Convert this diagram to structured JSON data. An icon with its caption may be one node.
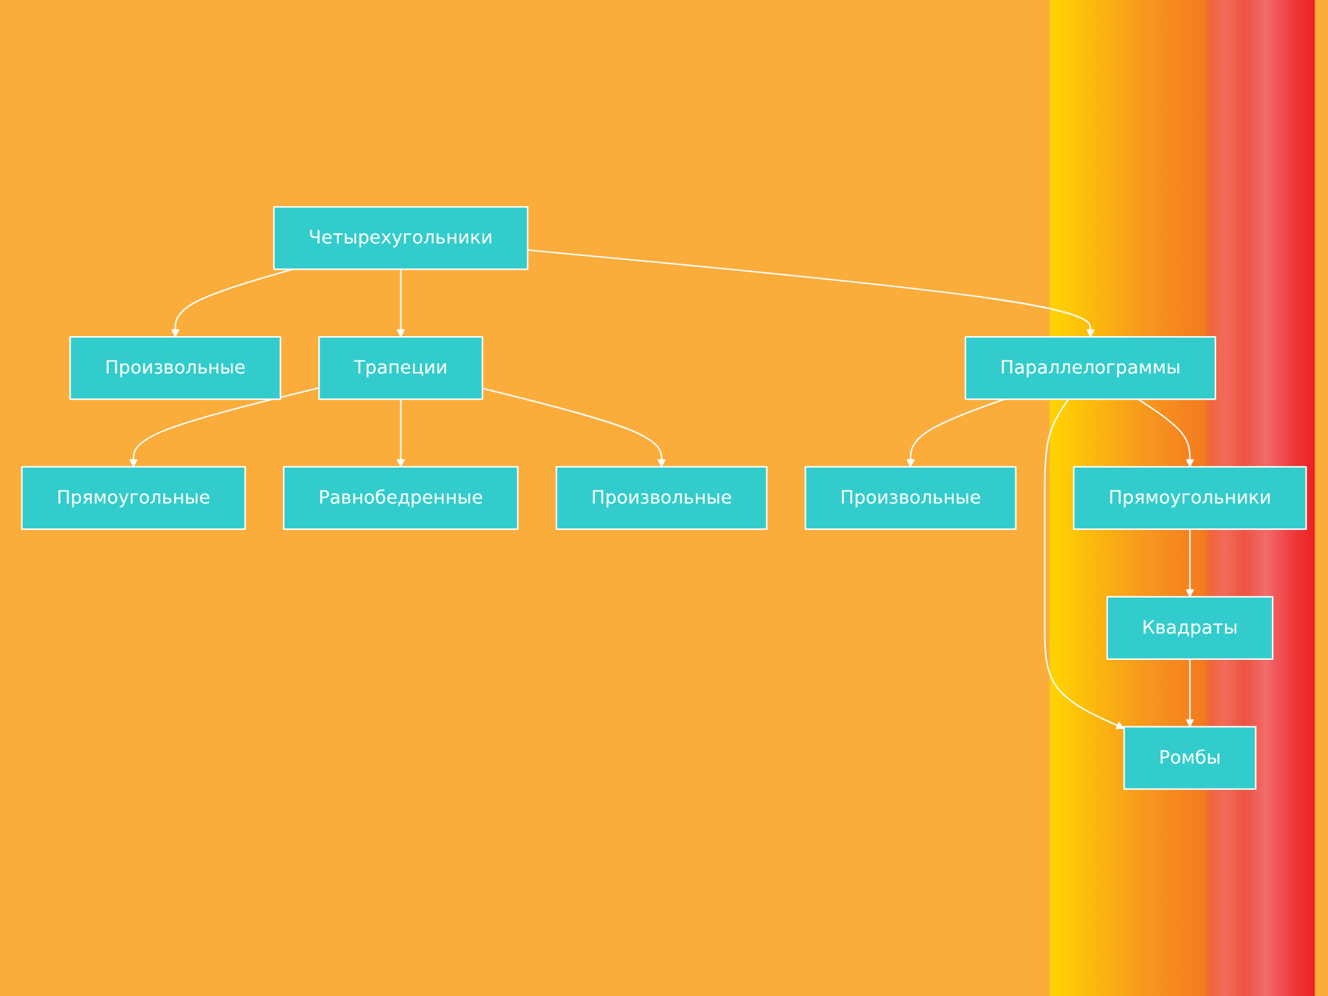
{
  "diagram": {
    "nodes": [
      {
        "text": [
          "Четырехугольники"
        ]
      },
      {
        "text": [
          "Произвольные"
        ]
      },
      {
        "text": [
          "Трапеции"
        ]
      },
      {
        "text": [
          "Параллелограммы"
        ]
      },
      {
        "text": [
          "Произвольные"
        ]
      },
      {
        "text": [
          "Прямоугольные"
        ]
      },
      {
        "text": [
          "Прямоугольники"
        ]
      },
      {
        "text": [
          "Равнобедренные"
        ]
      },
      {
        "text": [
          "Ромбы"
        ]
      },
      {
        "text": [
          "Произвольные"
        ]
      },
      {
        "text": [
          "Квадраты"
        ]
      }
    ],
    "edges": [
      {
        "from": 0,
        "to": 1,
        "arrow": "to"
      },
      {
        "from": 0,
        "to": 2,
        "arrow": "to"
      },
      {
        "from": 0,
        "to": 3,
        "arrow": "to"
      },
      {
        "from": 3,
        "to": 4,
        "arrow": "to"
      },
      {
        "from": 3,
        "to": 8,
        "arrow": "to"
      },
      {
        "from": 3,
        "to": 6,
        "arrow": "to"
      },
      {
        "from": 2,
        "to": 5,
        "arrow": "to"
      },
      {
        "from": 2,
        "to": 7,
        "arrow": "to"
      },
      {
        "from": 2,
        "to": 9,
        "arrow": "to"
      },
      {
        "from": 6,
        "to": 10,
        "arrow": "to"
      },
      {
        "from": 10,
        "to": 8,
        "arrow": "to"
      }
    ]
  }
}
